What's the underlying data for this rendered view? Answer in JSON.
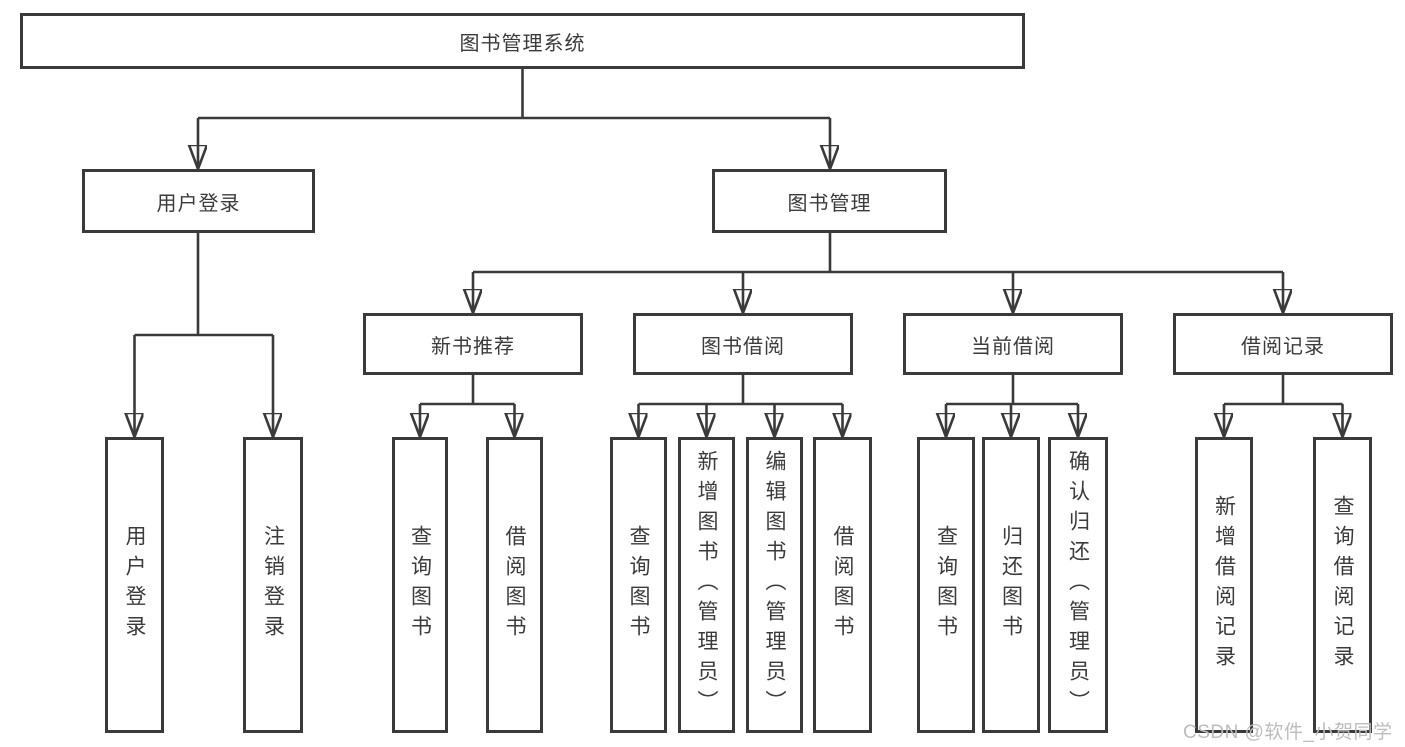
{
  "diagram": {
    "type": "tree",
    "root": {
      "label": "图书管理系统",
      "children": [
        {
          "label": "用户登录",
          "children": [
            {
              "label": "用户登录"
            },
            {
              "label": "注销登录"
            }
          ]
        },
        {
          "label": "图书管理",
          "children": [
            {
              "label": "新书推荐",
              "children": [
                {
                  "label": "查询图书"
                },
                {
                  "label": "借阅图书"
                }
              ]
            },
            {
              "label": "图书借阅",
              "children": [
                {
                  "label": "查询图书"
                },
                {
                  "label": "新增图书（管理员）"
                },
                {
                  "label": "编辑图书（管理员）"
                },
                {
                  "label": "借阅图书"
                }
              ]
            },
            {
              "label": "当前借阅",
              "children": [
                {
                  "label": "查询图书"
                },
                {
                  "label": "归还图书"
                },
                {
                  "label": "确认归还（管理员）"
                }
              ]
            },
            {
              "label": "借阅记录",
              "children": [
                {
                  "label": "新增借阅记录"
                },
                {
                  "label": "查询借阅记录"
                }
              ]
            }
          ]
        }
      ]
    }
  },
  "watermark": {
    "text": "CSDN @软件_小贺同学"
  },
  "colors": {
    "line": "#3a3a3a",
    "box_border": "#3a3a3a",
    "text": "#3b3b3b",
    "watermark": "#bdbdbd",
    "background": "#ffffff"
  }
}
